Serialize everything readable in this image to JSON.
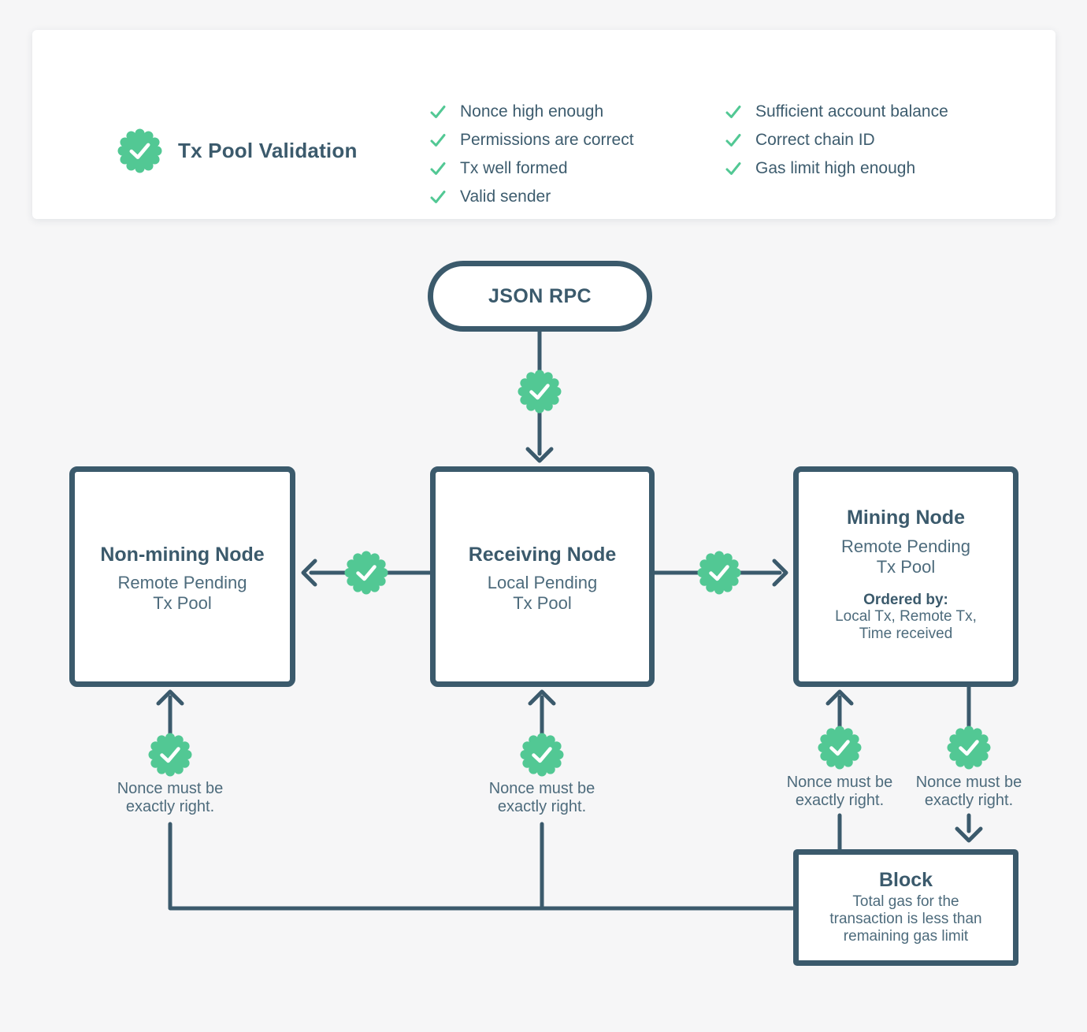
{
  "colors": {
    "accent_green": "#52c894",
    "slate": "#3b5a6c",
    "text_secondary": "#4d6b7c",
    "page_background": "#f6f6f7",
    "card_background": "#ffffff"
  },
  "validation_card": {
    "badge_icon": "check-seal-icon",
    "title": "Tx Pool Validation",
    "checks_left": [
      "Nonce high enough",
      "Permissions are correct",
      "Tx well formed",
      "Valid sender"
    ],
    "checks_right": [
      "Sufficient account balance",
      "Correct chain ID",
      "Gas limit high enough"
    ]
  },
  "diagram": {
    "entry_node": {
      "label": "JSON RPC"
    },
    "nodes": {
      "non_mining": {
        "title": "Non-mining Node",
        "subtitle": "Remote Pending\nTx Pool"
      },
      "receiving": {
        "title": "Receiving Node",
        "subtitle": "Local Pending\nTx Pool"
      },
      "mining": {
        "title": "Mining Node",
        "subtitle": "Remote Pending\nTx Pool",
        "ordered_by_label": "Ordered by:",
        "ordered_by_value": "Local Tx, Remote Tx,\nTime received"
      },
      "block": {
        "title": "Block",
        "description": "Total gas for the\ntransaction is less than\nremaining gas limit"
      }
    },
    "notes": {
      "to_non_mining": "Nonce must be\nexactly right.",
      "to_receiving": "Nonce must be\nexactly right.",
      "block_to_mining": "Nonce must be\nexactly right.",
      "mining_to_block": "Nonce must be\nexactly right."
    }
  }
}
